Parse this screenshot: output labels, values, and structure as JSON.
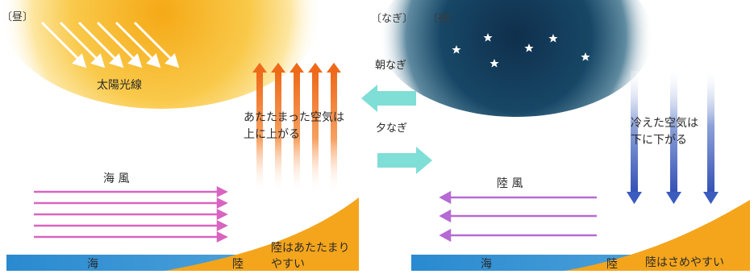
{
  "day": {
    "tag": "〔昼〕",
    "sunlight_label": "太陽光線",
    "rising_air": [
      "あたたまった空気は",
      "上に上がる"
    ],
    "sea_breeze_label": "海 風",
    "land_warms": [
      "陸はあたたまり",
      "やすい"
    ],
    "sea_label": "海",
    "land_label": "陸"
  },
  "middle": {
    "calm_tag": "〔なぎ〕",
    "morning_calm": "朝なぎ",
    "evening_calm": "夕なぎ"
  },
  "night": {
    "tag": "〔夜〕",
    "sinking_air": [
      "冷えた空気は",
      "下に下がる"
    ],
    "land_breeze_label": "陸 風",
    "land_cools": "陸はさめやすい",
    "sea_label": "海",
    "land_label": "陸"
  },
  "colors": {
    "sun": "#f6b21e",
    "warm_air": "#f07a22",
    "sea_breeze": "#d964c0",
    "land_breeze": "#b66ad3",
    "cold_air": "#3b5bbf",
    "night_sky": "#123a57",
    "calm_arrow": "#7fded6",
    "sea": "#2f8fd1",
    "land": "#f4a51c"
  }
}
